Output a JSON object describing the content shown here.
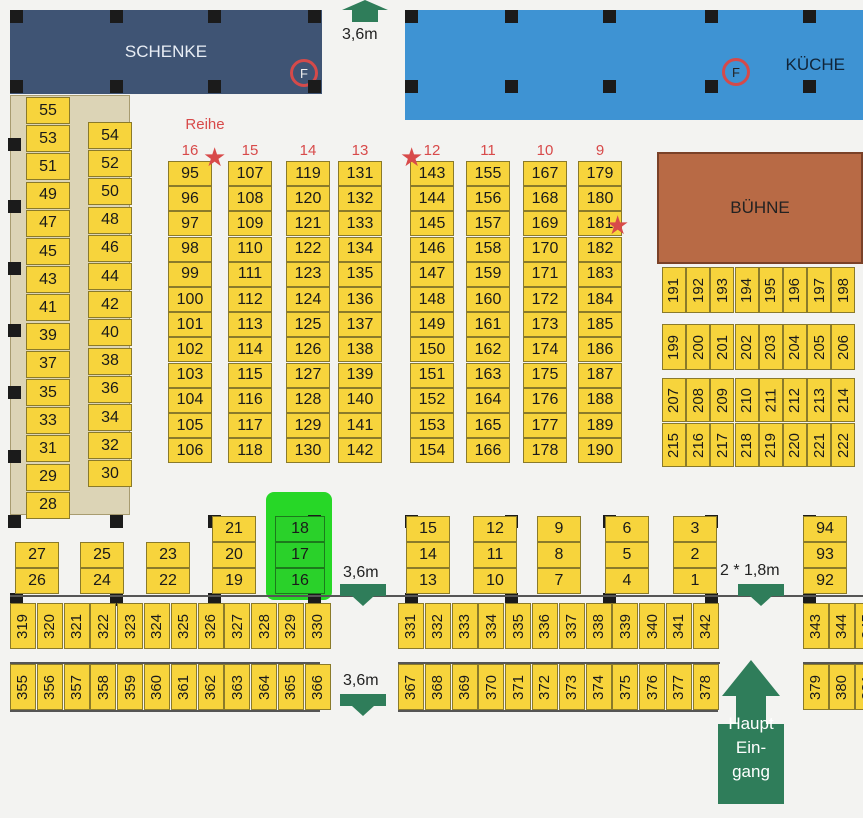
{
  "rooms": {
    "schenke": "SCHENKE",
    "kueche": "KÜCHE",
    "buehne": "BÜHNE",
    "fire": "F"
  },
  "row_title": "Reihe",
  "row_labels": [
    "16",
    "15",
    "14",
    "13",
    "12",
    "11",
    "10",
    "9"
  ],
  "dimensions": {
    "top": "3,6m",
    "mid": "3,6m",
    "bottom": "3,6m",
    "double": "2 * 1,8m"
  },
  "entrance": [
    "Haupt",
    "Ein-",
    "gang"
  ],
  "highlight": "booths 16-18 (green)",
  "colors": {
    "booth": "#f7d43c",
    "highlight": "#2ad12a",
    "schenke": "#3f5474",
    "kueche": "#3e93d3",
    "buehne": "#b86a45",
    "arrow": "#2f7d5a"
  }
}
